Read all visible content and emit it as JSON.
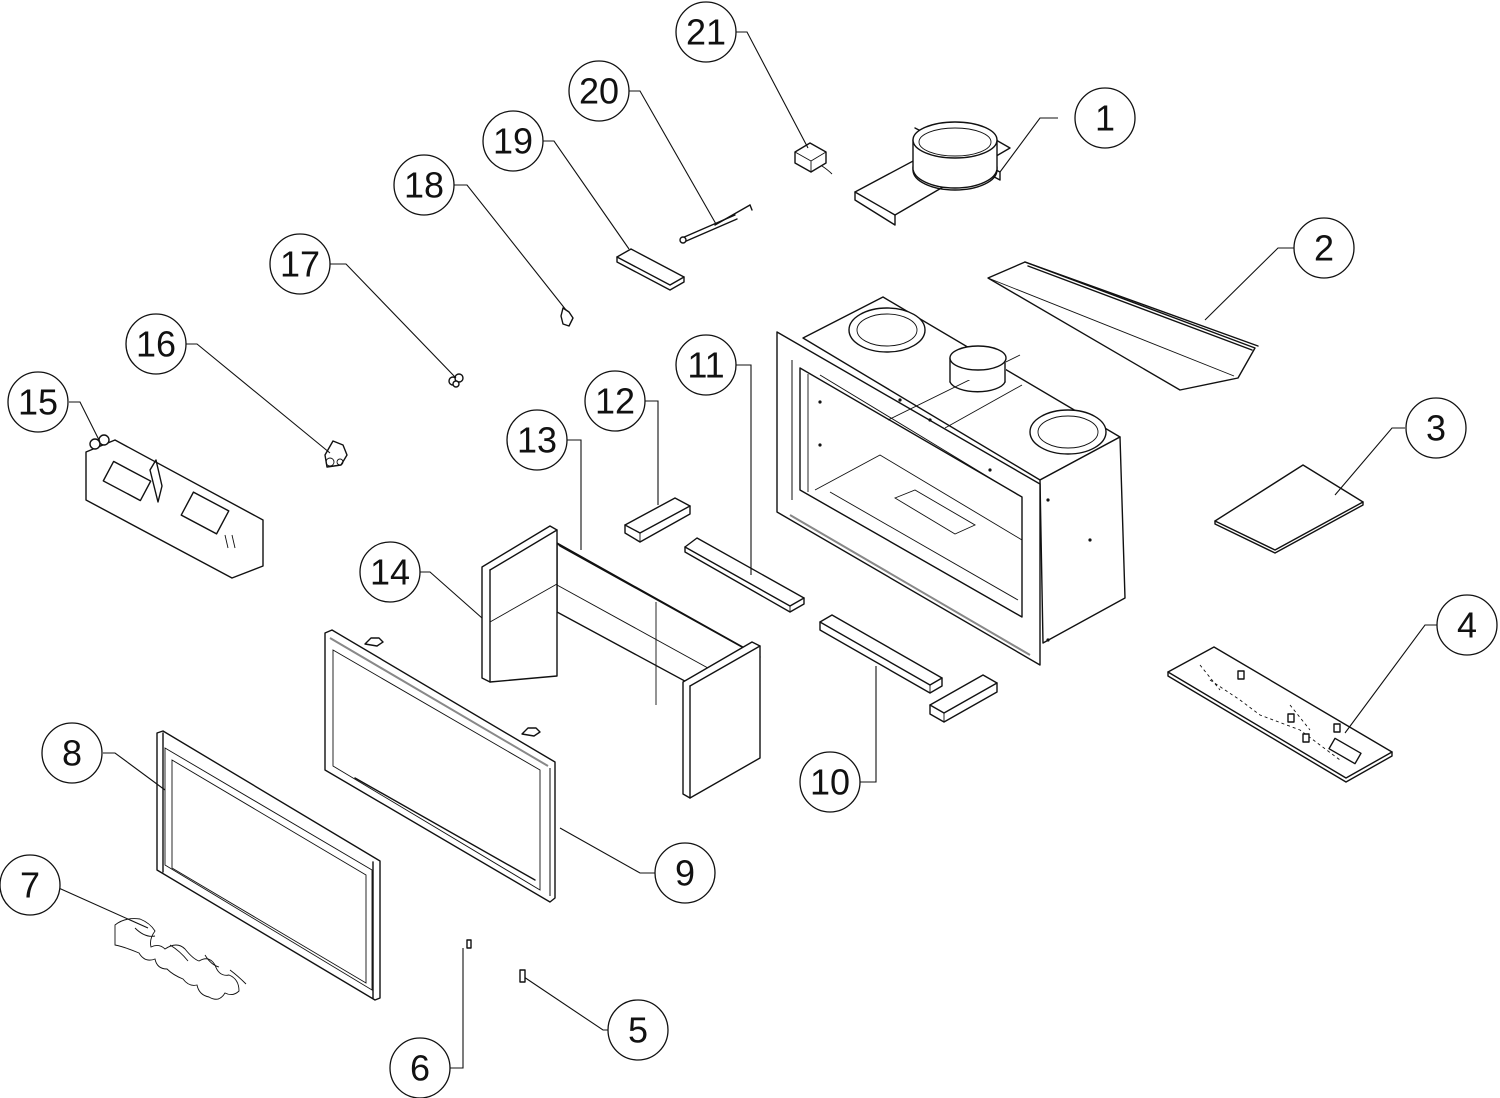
{
  "diagram": {
    "type": "exploded-parts-view",
    "subject": "gas fireplace insert assembly",
    "callouts": [
      {
        "number": "1",
        "part": "top vent collar plate"
      },
      {
        "number": "2",
        "part": "top heat deflector hood"
      },
      {
        "number": "3",
        "part": "flat panel / baffle plate"
      },
      {
        "number": "4",
        "part": "burner tray with log posts"
      },
      {
        "number": "5",
        "part": "small clip"
      },
      {
        "number": "6",
        "part": "small clip"
      },
      {
        "number": "7",
        "part": "ember / log set"
      },
      {
        "number": "8",
        "part": "outer front frame"
      },
      {
        "number": "9",
        "part": "glass door frame"
      },
      {
        "number": "10",
        "part": "bottom log bar (long)"
      },
      {
        "number": "11",
        "part": "log bar (long)"
      },
      {
        "number": "12",
        "part": "short log block"
      },
      {
        "number": "13",
        "part": "rear refractory panel"
      },
      {
        "number": "14",
        "part": "side refractory panel"
      },
      {
        "number": "15",
        "part": "valve / control assembly"
      },
      {
        "number": "16",
        "part": "pilot assembly"
      },
      {
        "number": "17",
        "part": "small fitting"
      },
      {
        "number": "18",
        "part": "bracket"
      },
      {
        "number": "19",
        "part": "insulation pad"
      },
      {
        "number": "20",
        "part": "igniter rod"
      },
      {
        "number": "21",
        "part": "junction box"
      }
    ]
  }
}
